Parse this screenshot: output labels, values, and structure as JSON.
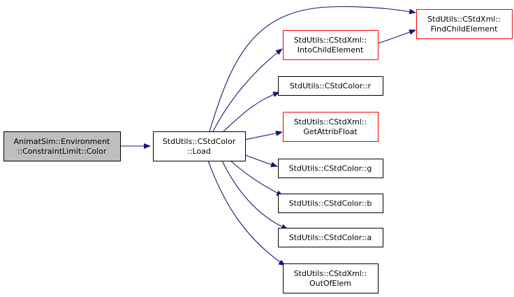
{
  "colors": {
    "edge": "#191970",
    "border_default": "#000000",
    "border_undocumented": "#ff0000",
    "fill_default": "#ffffff",
    "fill_current": "#bfbfbf"
  },
  "nodes": [
    {
      "id": "color",
      "lines": [
        "AnimatSim::Environment",
        "::ConstraintLimit::Color"
      ],
      "style": "current"
    },
    {
      "id": "load",
      "lines": [
        "StdUtils::CStdColor",
        "::Load"
      ],
      "style": "default"
    },
    {
      "id": "find",
      "lines": [
        "StdUtils::CStdXml::",
        "FindChildElement"
      ],
      "style": "undocumented"
    },
    {
      "id": "into",
      "lines": [
        "StdUtils::CStdXml::",
        "IntoChildElement"
      ],
      "style": "undocumented"
    },
    {
      "id": "r",
      "lines": [
        "StdUtils::CStdColor::r"
      ],
      "style": "default"
    },
    {
      "id": "getattr",
      "lines": [
        "StdUtils::CStdXml::",
        "GetAttribFloat"
      ],
      "style": "undocumented"
    },
    {
      "id": "g",
      "lines": [
        "StdUtils::CStdColor::g"
      ],
      "style": "default"
    },
    {
      "id": "b",
      "lines": [
        "StdUtils::CStdColor::b"
      ],
      "style": "default"
    },
    {
      "id": "a",
      "lines": [
        "StdUtils::CStdColor::a"
      ],
      "style": "default"
    },
    {
      "id": "outof",
      "lines": [
        "StdUtils::CStdXml::",
        "OutOfElem"
      ],
      "style": "default"
    }
  ],
  "edges": [
    {
      "from": "color",
      "to": "load"
    },
    {
      "from": "load",
      "to": "find"
    },
    {
      "from": "load",
      "to": "into"
    },
    {
      "from": "load",
      "to": "r"
    },
    {
      "from": "load",
      "to": "getattr"
    },
    {
      "from": "load",
      "to": "g"
    },
    {
      "from": "load",
      "to": "b"
    },
    {
      "from": "load",
      "to": "a"
    },
    {
      "from": "load",
      "to": "outof"
    },
    {
      "from": "into",
      "to": "find"
    }
  ]
}
